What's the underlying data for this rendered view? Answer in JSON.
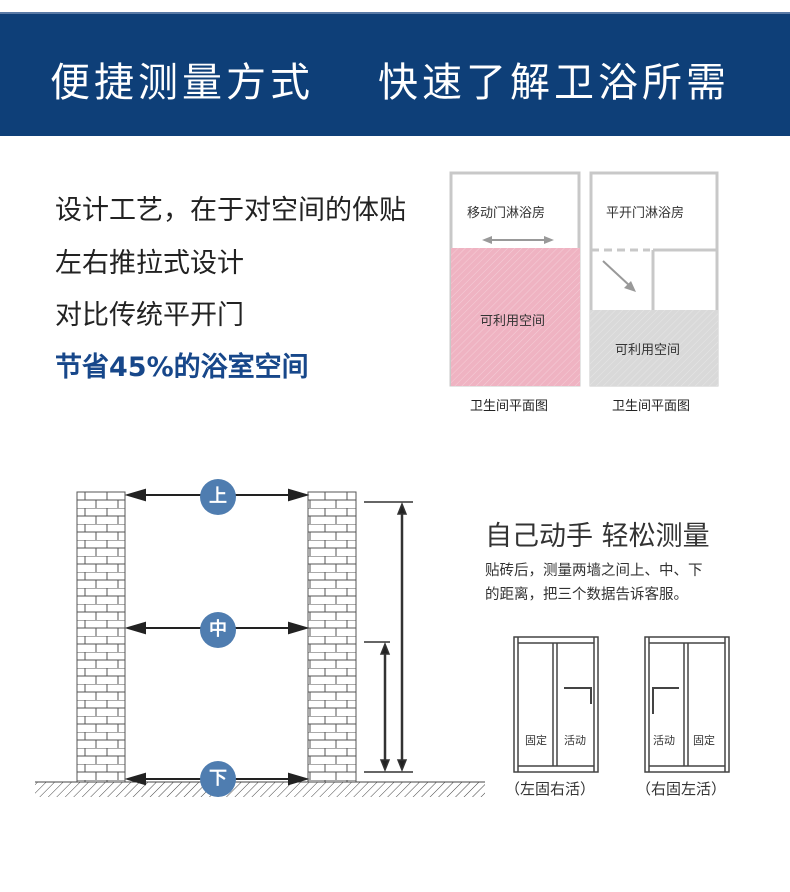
{
  "header": {
    "title_left": "便捷测量方式",
    "title_right": "快速了解卫浴所需"
  },
  "intro": {
    "lines": [
      "设计工艺，在于对空间的体贴",
      "左右推拉式设计",
      "对比传统平开门"
    ],
    "highlight": "节省45%的浴室空间"
  },
  "plans": [
    {
      "title": "移动门淋浴房",
      "space": "可利用空间",
      "caption": "卫生间平面图",
      "fill": "#efb3c2"
    },
    {
      "title": "平开门淋浴房",
      "space": "可利用空间",
      "caption": "卫生间平面图",
      "fill": "#d9d9d9"
    }
  ],
  "measure": {
    "markers": [
      "上",
      "中",
      "下"
    ],
    "accent": "#4f7db0"
  },
  "diy": {
    "heading": "自己动手 轻松测量",
    "text_lines": [
      "贴砖后，测量两墙之间上、中、下",
      "的距离，把三个数据告诉客服。"
    ]
  },
  "doors": [
    {
      "left_label": "固定",
      "right_label": "活动",
      "caption": "（左固右活）"
    },
    {
      "left_label": "活动",
      "right_label": "固定",
      "caption": "（右固左活）"
    }
  ]
}
